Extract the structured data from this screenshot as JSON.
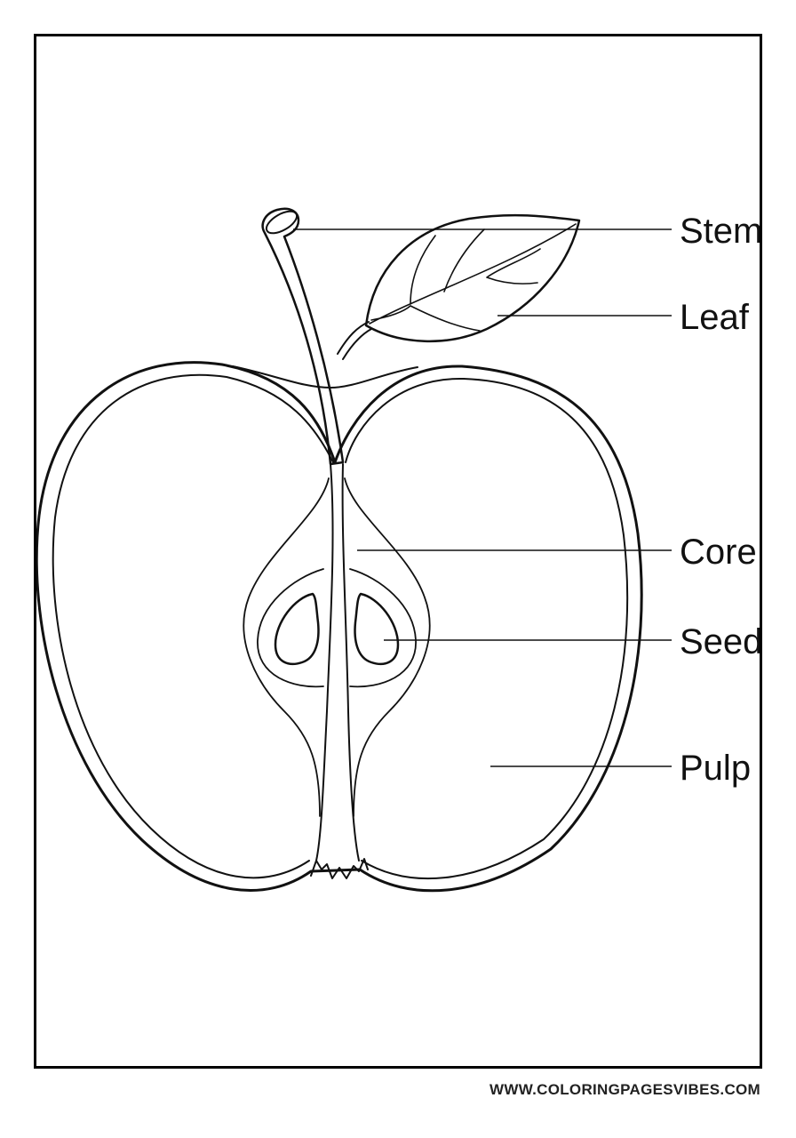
{
  "labels": {
    "stem": "Stem",
    "leaf": "Leaf",
    "core": "Core",
    "seed": "Seed",
    "pulp": "Pulp"
  },
  "footer": {
    "website": "WWW.COLORINGPAGESVIBES.COM"
  },
  "colors": {
    "ink": "#111111",
    "background": "#ffffff"
  }
}
